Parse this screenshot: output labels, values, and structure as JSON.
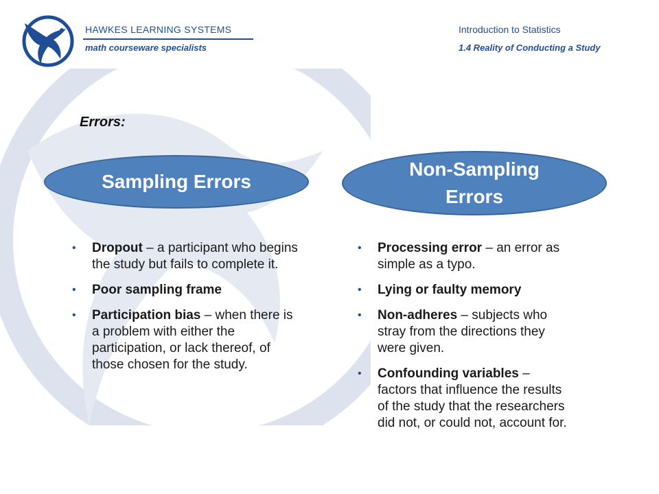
{
  "header": {
    "brand_name": "HAWKES LEARNING SYSTEMS",
    "brand_tagline": "math courseware specialists",
    "course_title": "Introduction to Statistics",
    "course_section": "1.4 Reality of Conducting a Study"
  },
  "icons": {
    "logo": "eagle-logo-icon",
    "watermark": "eagle-watermark-icon",
    "bullet": "bullet-icon"
  },
  "colors": {
    "brand_blue": "#1f4e96",
    "oval_fill": "#4f81bd",
    "watermark": "#dde3ee"
  },
  "slide": {
    "heading": "Errors:",
    "left": {
      "title": "Sampling Errors",
      "items": [
        {
          "term": "Dropout",
          "rest": " – a participant who begins the study but fails to complete it."
        },
        {
          "term": "Poor sampling frame",
          "rest": ""
        },
        {
          "term": "Participation bias",
          "rest": " – when there is a problem with either the participation, or lack thereof, of those chosen for the study."
        }
      ]
    },
    "right": {
      "title_line1": "Non-Sampling",
      "title_line2": "Errors",
      "items": [
        {
          "term": "Processing error",
          "rest": " – an error as simple as a typo."
        },
        {
          "term": "Lying or faulty memory",
          "rest": ""
        },
        {
          "term": "Non-adheres",
          "rest": " – subjects who stray from the directions they were given."
        },
        {
          "term": "Confounding variables",
          "rest": " – factors that influence the results of the study that the researchers did not, or could not, account for."
        }
      ]
    }
  }
}
